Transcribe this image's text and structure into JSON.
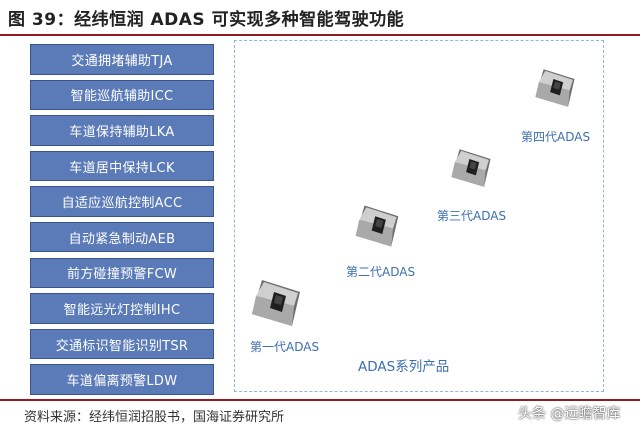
{
  "title": "图 39：经纬恒润 ADAS 可实现多种智能驾驶功能",
  "features": [
    "交通拥堵辅助TJA",
    "智能巡航辅助ICC",
    "车道保持辅助LKA",
    "车道居中保持LCK",
    "自适应巡航控制ACC",
    "自动紧急制动AEB",
    "前方碰撞预警FCW",
    "智能远光灯控制IHC",
    "交通标识智能识别TSR",
    "车道偏离预警LDW"
  ],
  "products": {
    "generations": [
      "第一代ADAS",
      "第二代ADAS",
      "第三代ADAS",
      "第四代ADAS"
    ],
    "series_label": "ADAS系列产品",
    "icon": "camera-module-icon"
  },
  "source": "资料来源：经纬恒润招股书，国海证券研究所",
  "watermark": "头条 @远瞻智库",
  "colors": {
    "feature_fill": "#5a7ab8",
    "accent_red": "#8f1c22",
    "label_blue": "#3c6fb0",
    "dash_border": "#8fb8d8"
  }
}
